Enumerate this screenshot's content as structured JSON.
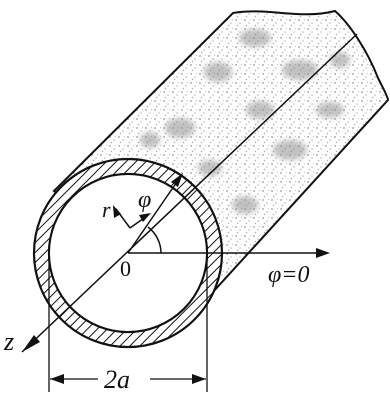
{
  "labels": {
    "r": "r",
    "phi": "φ",
    "origin": "0",
    "phi_zero": "φ=0",
    "z_axis": "z",
    "diameter": "2a"
  }
}
